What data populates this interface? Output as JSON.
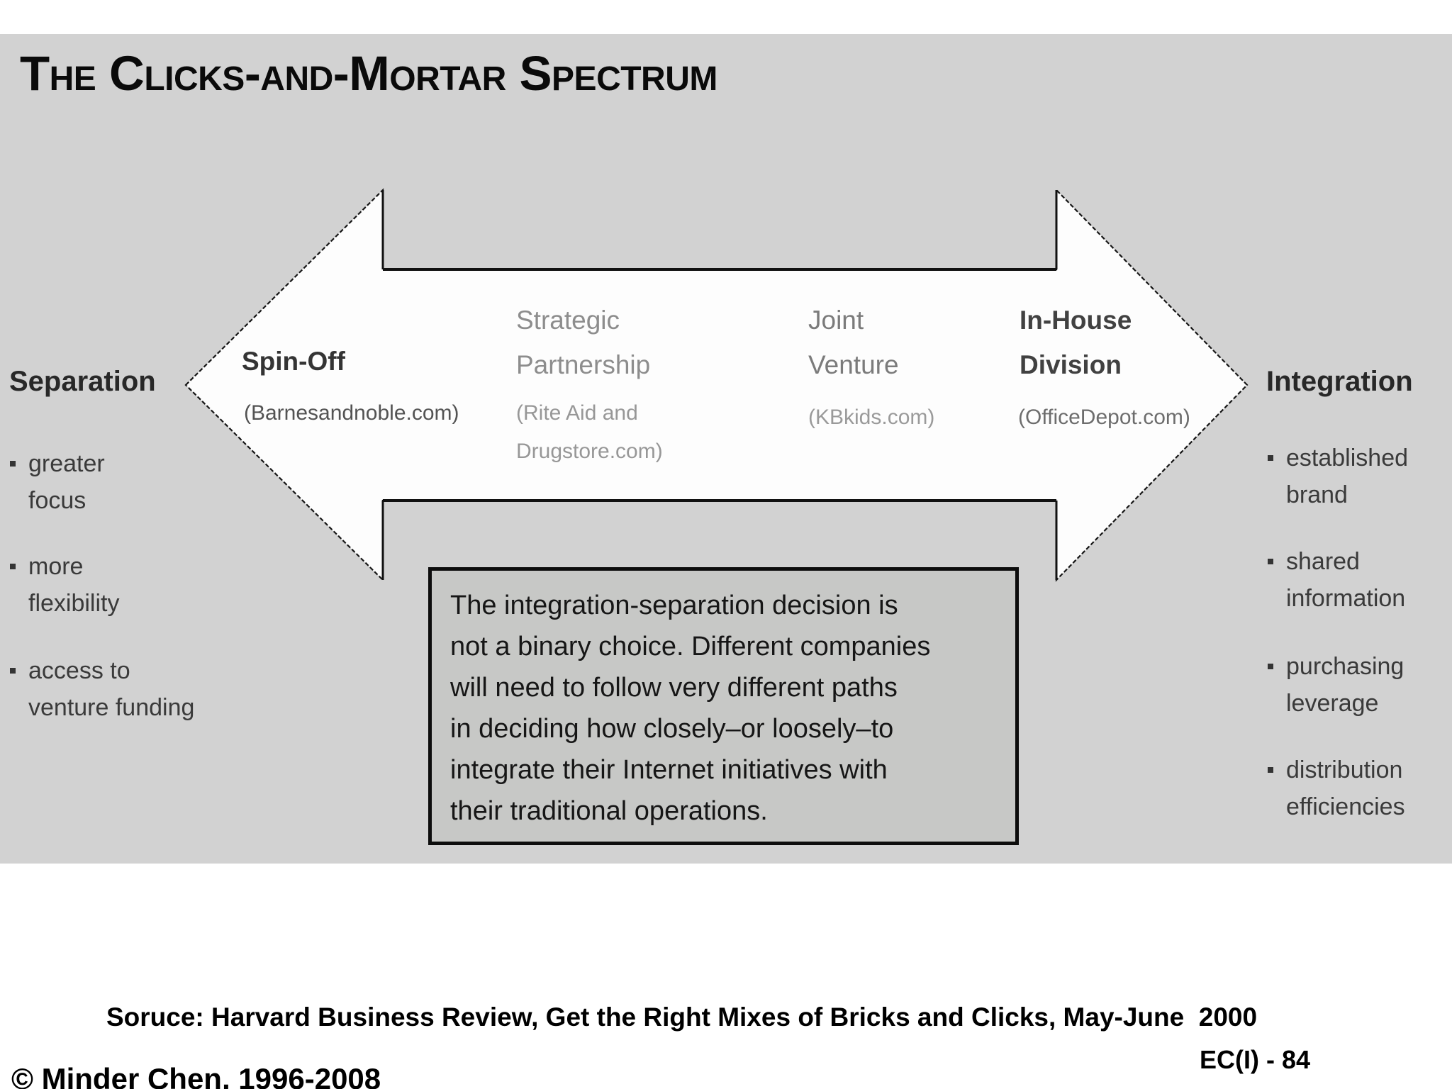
{
  "title": "The Clicks-and-Mortar Spectrum",
  "spectrum": {
    "left": {
      "label": "Separation",
      "bullets": [
        "greater\nfocus",
        "more\nflexibility",
        "access to\nventure funding"
      ]
    },
    "right": {
      "label": "Integration",
      "bullets": [
        "established\nbrand",
        "shared\ninformation",
        "purchasing\nleverage",
        "distribution\nefficiencies"
      ]
    },
    "stages": [
      {
        "name": "Spin-Off",
        "example": "(Barnesandnoble.com)"
      },
      {
        "name": "Strategic\nPartnership",
        "example": "(Rite Aid and\nDrugstore.com)"
      },
      {
        "name": "Joint\nVenture",
        "example": "(KBkids.com)"
      },
      {
        "name": "In-House\nDivision",
        "example": "(OfficeDepot.com)"
      }
    ]
  },
  "note": "The integration-separation decision is\nnot a binary choice. Different companies\nwill need to follow very different paths\nin deciding how closely–or loosely–to\nintegrate their Internet initiatives with\ntheir traditional operations.",
  "source": "Soruce: Harvard Business Review, Get the Right Mixes of Bricks and Clicks, May-June  2000",
  "slide_number": "EC(I) - 84",
  "copyright": "© Minder Chen, 1996-2008",
  "colors": {
    "panel_bg": "#d2d2d2",
    "arrow_fill": "#fdfdfd",
    "arrow_border": "#161616",
    "note_box_bg": "#c7c8c6",
    "note_box_border": "#0d0d0d",
    "title_color": "#0a0a0a",
    "dark_label": "#343434",
    "muted_label": "#8d8d8d"
  }
}
